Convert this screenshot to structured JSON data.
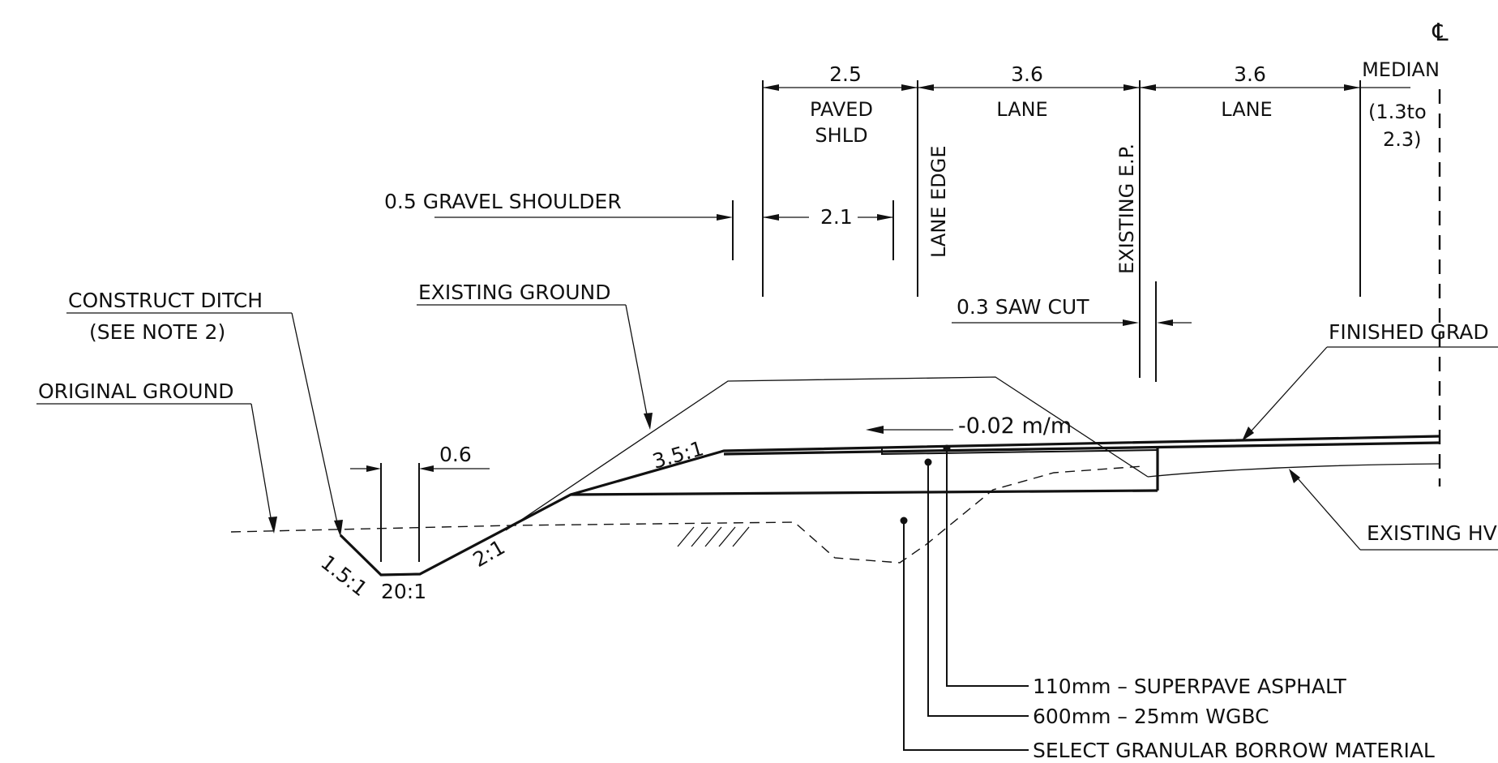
{
  "centerline_symbol": "℄",
  "dims": {
    "shoulder_width": "2.5",
    "lane1_width": "3.6",
    "lane2_width": "3.6",
    "gravel_width": "2.1",
    "ditch_bottom": "0.6"
  },
  "labels": {
    "median": "MEDIAN",
    "median_range_1": "(1.3to",
    "median_range_2": "2.3)",
    "paved_shld_1": "PAVED",
    "paved_shld_2": "SHLD",
    "lane1": "LANE",
    "lane2": "LANE",
    "lane_edge": "LANE EDGE",
    "existing_ep": "EXISTING E.P.",
    "gravel_shoulder": "0.5 GRAVEL SHOULDER",
    "saw_cut": "0.3 SAW CUT",
    "construct_ditch": "CONSTRUCT DITCH",
    "see_note": "(SEE NOTE 2)",
    "original_ground": "ORIGINAL GROUND",
    "existing_ground": "EXISTING GROUND",
    "finished_grade": "FINISHED GRAD",
    "existing_hw": "EXISTING HV"
  },
  "slopes": {
    "fill_slope": "3.5:1",
    "backslope": "1.5:1",
    "ditch_bottom": "20:1",
    "foreslope": "2:1",
    "cross_fall": "-0.02 m/m"
  },
  "materials": {
    "asphalt": "110mm – SUPERPAVE ASPHALT",
    "base": "600mm – 25mm WGBC",
    "borrow": "SELECT GRANULAR BORROW MATERIAL"
  }
}
